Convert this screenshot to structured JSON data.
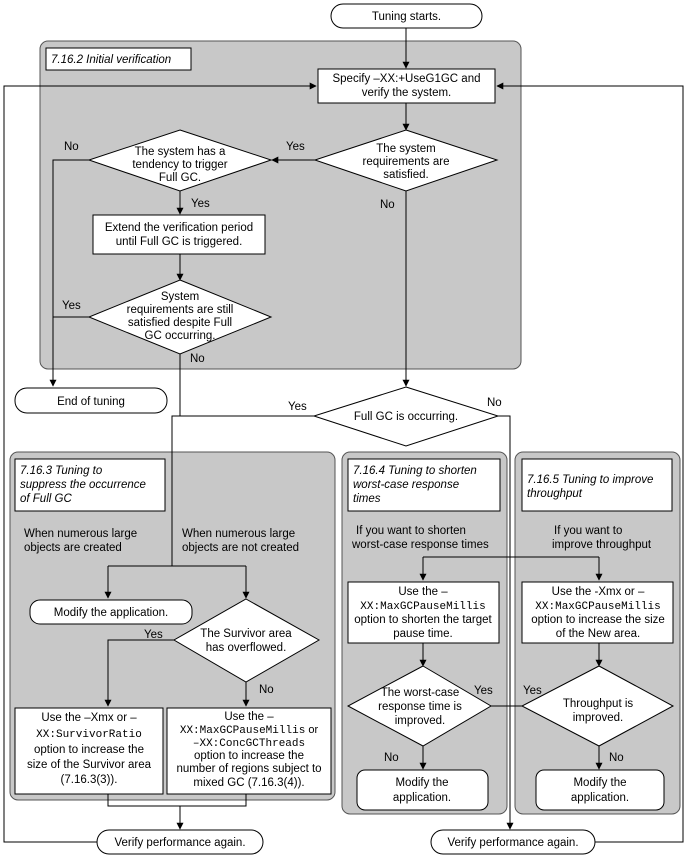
{
  "terminals": {
    "start": "Tuning starts.",
    "end": "End of tuning",
    "verify_left": "Verify performance again.",
    "verify_right": "Verify performance again."
  },
  "sections": {
    "initial": "7.16.2 Initial verification",
    "suppress": [
      "7.16.3 Tuning to",
      "suppress the occurrence",
      "of Full GC"
    ],
    "shorten": [
      "7.16.4 Tuning to shorten",
      "worst-case response",
      "times"
    ],
    "throughput": [
      "7.16.5 Tuning to improve",
      "throughput"
    ]
  },
  "processes": {
    "specify": {
      "line1": [
        "Specify ",
        "–XX:",
        "+UseG1GC",
        " and"
      ],
      "line2": "verify the system."
    },
    "extend": [
      "Extend the verification period",
      "until Full GC is triggered."
    ],
    "modify_app_left": "Modify the application.",
    "survivor_ratio": {
      "line1": [
        "Use the ",
        "–Xmx",
        " or –"
      ],
      "line2": [
        "XX:",
        "SurvivorRatio"
      ],
      "line3": "option to increase the",
      "line4": "size of the Survivor area",
      "line5": "(7.16.3(3))."
    },
    "pause_conc": {
      "line1": "Use the –",
      "line2": [
        "XX:",
        "MaxGCPauseMillis",
        " or"
      ],
      "line3": [
        "–XX:",
        "ConcGCThreads"
      ],
      "line4": "option to increase the",
      "line5": "number of regions subject to",
      "line6": "mixed GC (7.16.3(4))."
    },
    "pause_target": {
      "line1": "Use the –",
      "line2": [
        "XX:",
        "MaxGCPauseMillis"
      ],
      "line3": "option to shorten the target",
      "line4": "pause time."
    },
    "newarea": {
      "line1": [
        "Use the -",
        "Xmx",
        " or –"
      ],
      "line2": [
        "XX:",
        "MaxGCPauseMillis"
      ],
      "line3": "option to increase the size",
      "line4": "of the New area."
    },
    "modify_mid": [
      "Modify the",
      "application."
    ],
    "modify_right": [
      "Modify the",
      "application."
    ]
  },
  "decisions": {
    "requirements": [
      "The system",
      "requirements are",
      "satisfied."
    ],
    "tendency": [
      "The system has a",
      "tendency to trigger",
      "Full GC."
    ],
    "still_satisfied": [
      "System",
      "requirements are still",
      "satisfied despite Full",
      "GC occurring."
    ],
    "fullgc": "Full GC is occurring.",
    "survivor": [
      "The Survivor area",
      "has overflowed."
    ],
    "worstcase": [
      "The worst-case",
      "response time is",
      "improved."
    ],
    "throughput": [
      "Throughput is",
      "improved."
    ]
  },
  "conditions": {
    "large_objects": [
      "When numerous large",
      "objects are created"
    ],
    "no_large_objects": [
      "When numerous large",
      "objects are not created"
    ],
    "shorten_want": [
      "If you want to shorten",
      "worst-case response times"
    ],
    "throughput_want": [
      "If you want to",
      "improve throughput"
    ]
  },
  "labels": {
    "yes": "Yes",
    "no": "No"
  }
}
